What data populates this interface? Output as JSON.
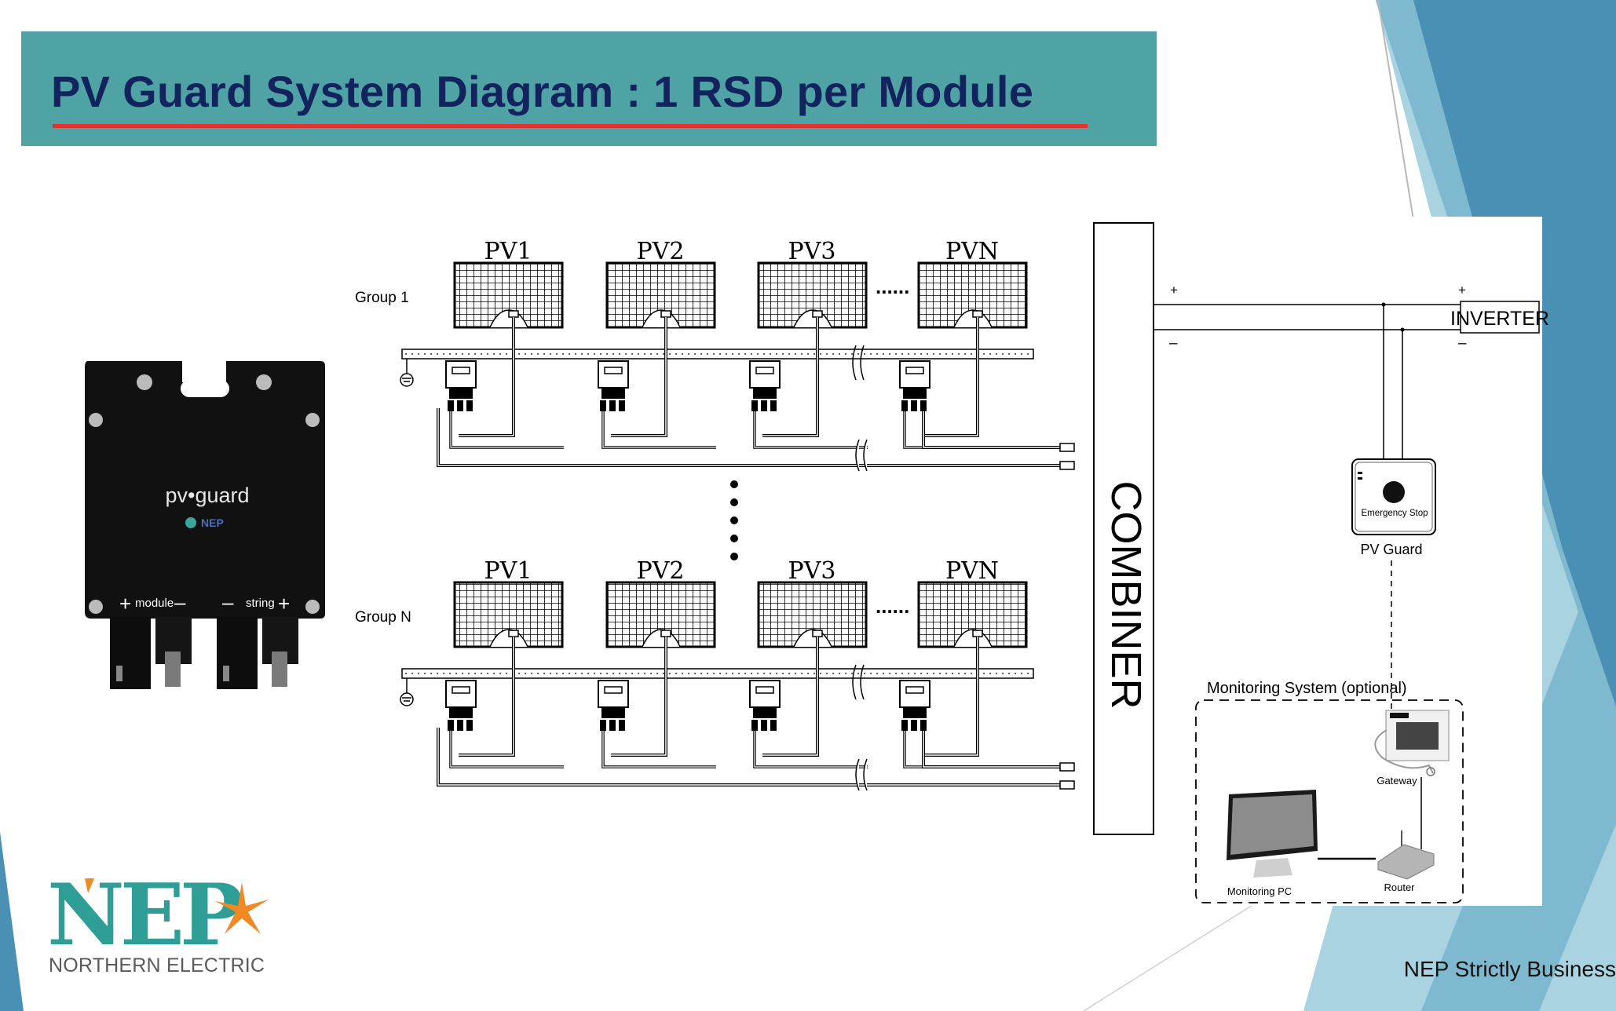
{
  "slide": {
    "title": "PV Guard System Diagram : 1 RSD per Module",
    "footer": "NEP Strictly Business"
  },
  "colors": {
    "title_bar": "#4fa3a5",
    "title_text": "#13235e",
    "title_underline": "#e0332f",
    "logo_teal": "#2e9e97",
    "logo_orange": "#f08a24",
    "deco_blue_dark": "#4a8fb4",
    "deco_blue_light": "#a9d3e0"
  },
  "device": {
    "brand": "pv•guard",
    "maker": "NEP",
    "label_left": "module",
    "label_right": "string"
  },
  "diagram": {
    "groups": [
      {
        "label": "Group 1",
        "modules": [
          "PV1",
          "PV2",
          "PV3",
          "PVN"
        ]
      },
      {
        "label": "Group N",
        "modules": [
          "PV1",
          "PV2",
          "PV3",
          "PVN"
        ]
      }
    ],
    "ellipsis": "......",
    "combiner": "COMBINER",
    "inverter": "INVERTER",
    "plus": "+",
    "minus": "–",
    "pv_guard_label": "PV Guard",
    "emergency_stop": "Emergency Stop",
    "monitoring_title": "Monitoring System (optional)",
    "gateway": "Gateway",
    "router": "Router",
    "monitoring_pc": "Monitoring PC"
  },
  "logo": {
    "letters": "NEP",
    "subtitle": "NORTHERN ELECTRIC"
  }
}
